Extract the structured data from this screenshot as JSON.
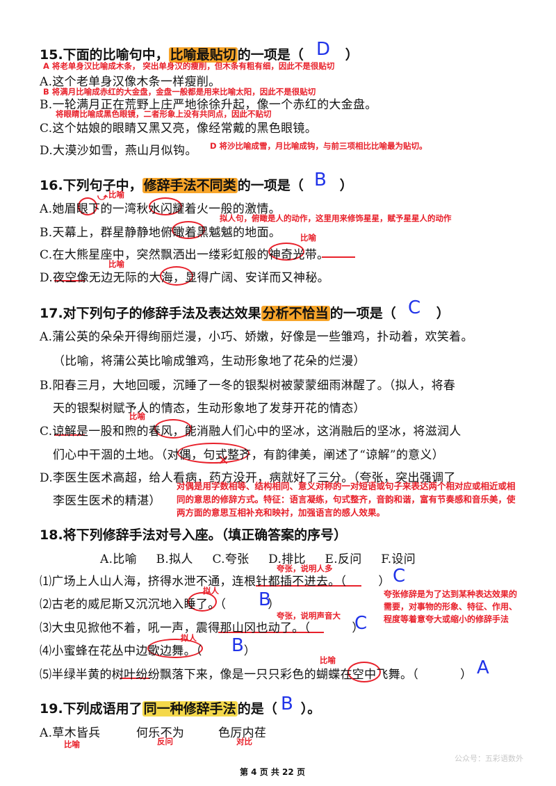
{
  "q15": {
    "prefix": "15.下面的比喻句中，",
    "highlight": "比喻最贴切",
    "suffix": "的一项是（",
    "close": "）",
    "answer": "D",
    "notes": [
      "A 将老单身汉比喻成木条， 突出单身汉的瘦削，但木条有粗有细，因此不是很贴切",
      "B 将满月比喻成赤红的大金盘，金盘一般都是用来比喻太阳，因此不是很贴切",
      "将眼睛比喻成黑色眼镜，二者形象上没有共同点，因此不贴切",
      "D 将沙比喻成雪，月比喻成钩，与前三项相比比喻最为贴切。"
    ],
    "options": [
      "A.这个老单身汉像木条一样瘦削。",
      "B.一轮满月正在荒野上庄严地徐徐升起，像一个赤红的大金盘。",
      "C.这个姑娘的眼睛又黑又亮，像经常戴的黑色眼镜。",
      "D.大漠沙如雪，燕山月似钩。"
    ]
  },
  "q16": {
    "prefix": "16.下列句子中，",
    "highlight": "修辞手法不同类",
    "suffix": "的一项是（",
    "close": "）",
    "answer": "B",
    "notes": [
      "比喻",
      "拟人句，俯瞰是人的动作，这里用来修饰星星，赋予星星人的动作",
      "比喻",
      "比喻"
    ],
    "options": [
      "A.她眉眼下的一湾秋水闪耀着火一般的激情。",
      "B.天幕上，群星静静地俯瞰着黑魆魆的地面。",
      "C.在大熊星座中，突然飘洒出一缕彩虹般的神奇光带。",
      "D.夜空像无边无际的大海，显得广阔、安详而又神秘。"
    ]
  },
  "q17": {
    "prefix": "17.对下列句子的修辞手法及表达效果",
    "highlight": "分析不恰当",
    "suffix": "的一项是（",
    "close": "）",
    "answer": "C",
    "notes": [
      "比喻",
      "对偶是用字数相等、结构相同、意义对称的一对短语或句子来表达两个相对应或相近或相同的意思的修辞方式。特征：语言凝练，句式整齐，音韵和谐，富有节奏感和音乐美，使两方面的意思互相补充和映衬，加强语言的感人效果。"
    ],
    "lines": [
      "A.蒲公英的朵朵开得绚丽烂漫，小巧、娇嫩，好像是一些雏鸡，扑动着，欢笑着。",
      "（比喻，将蒲公英比喻成雏鸡，生动形象地了花朵的烂漫）",
      "B.阳春三月，大地回暖，沉睡了一冬的银梨树被蒙蒙细雨淋醒了。（拟人，将春",
      "天的银梨树赋予人的情态，生动形象地了发芽开花的情态）",
      "C.谅解是一股和煦的春风，能消融人们心中的坚冰，这消融后的坚冰，将滋润人",
      "们心中干涸的土地。（对偶，句式整齐，有韵律美，阐述了“谅解”的意义）",
      "D.李医生医术高超，给人看病，药方没开，病就好了三分。（夸张，突出强调了",
      "李医生医术的精湛）"
    ]
  },
  "q18": {
    "prefix": "18.将下列修辞手法对号入座。（填正确答案的序号）",
    "choices": [
      "A.比喻",
      "B.拟人",
      "C.夸张",
      "D.排比",
      "E.反问",
      "F.设问"
    ],
    "notes": [
      "夸张，说明人多",
      "拟人",
      "夸张，说明声音大",
      "拟人",
      "比喻",
      "夸张修辞是为了达到某种表达效果的需要，对事物的形象、特征、作用、程度等着意夸大或缩小的修辞手法"
    ],
    "items": [
      {
        "text": "⑴广场上人山人海，挤得水泄不通，连根针都插不进去。（",
        "close": "）",
        "answer": "C"
      },
      {
        "text": "⑵古老的威尼斯又沉沉地入睡了。（",
        "close": "）",
        "answer": "B"
      },
      {
        "text": "⑶大虫见掀他不着，吼一声，震得那山冈也动了。（",
        "close": "）",
        "answer": "C"
      },
      {
        "text": "⑷小蜜蜂在花丛中边歌边舞。（",
        "close": "）",
        "answer": "B"
      },
      {
        "text": "⑸半绿半黄的树叶纷纷飘落下来，像是一只只彩色的蝴蝶在空中飞舞。（",
        "close": "）",
        "answer": "A"
      }
    ]
  },
  "q19": {
    "prefix": "19.下列成语用了",
    "highlight": "同一种修辞手法",
    "suffix": "的是（",
    "close": "）。",
    "answer": "B",
    "idioms": [
      "A.草木皆兵",
      "何乐不为",
      "色厉内荏"
    ],
    "notes": [
      "比喻",
      "反问",
      "对比"
    ]
  },
  "footer": {
    "page": "第 4 页 共 22 页",
    "watermark": "公众号：五彩语数外"
  }
}
